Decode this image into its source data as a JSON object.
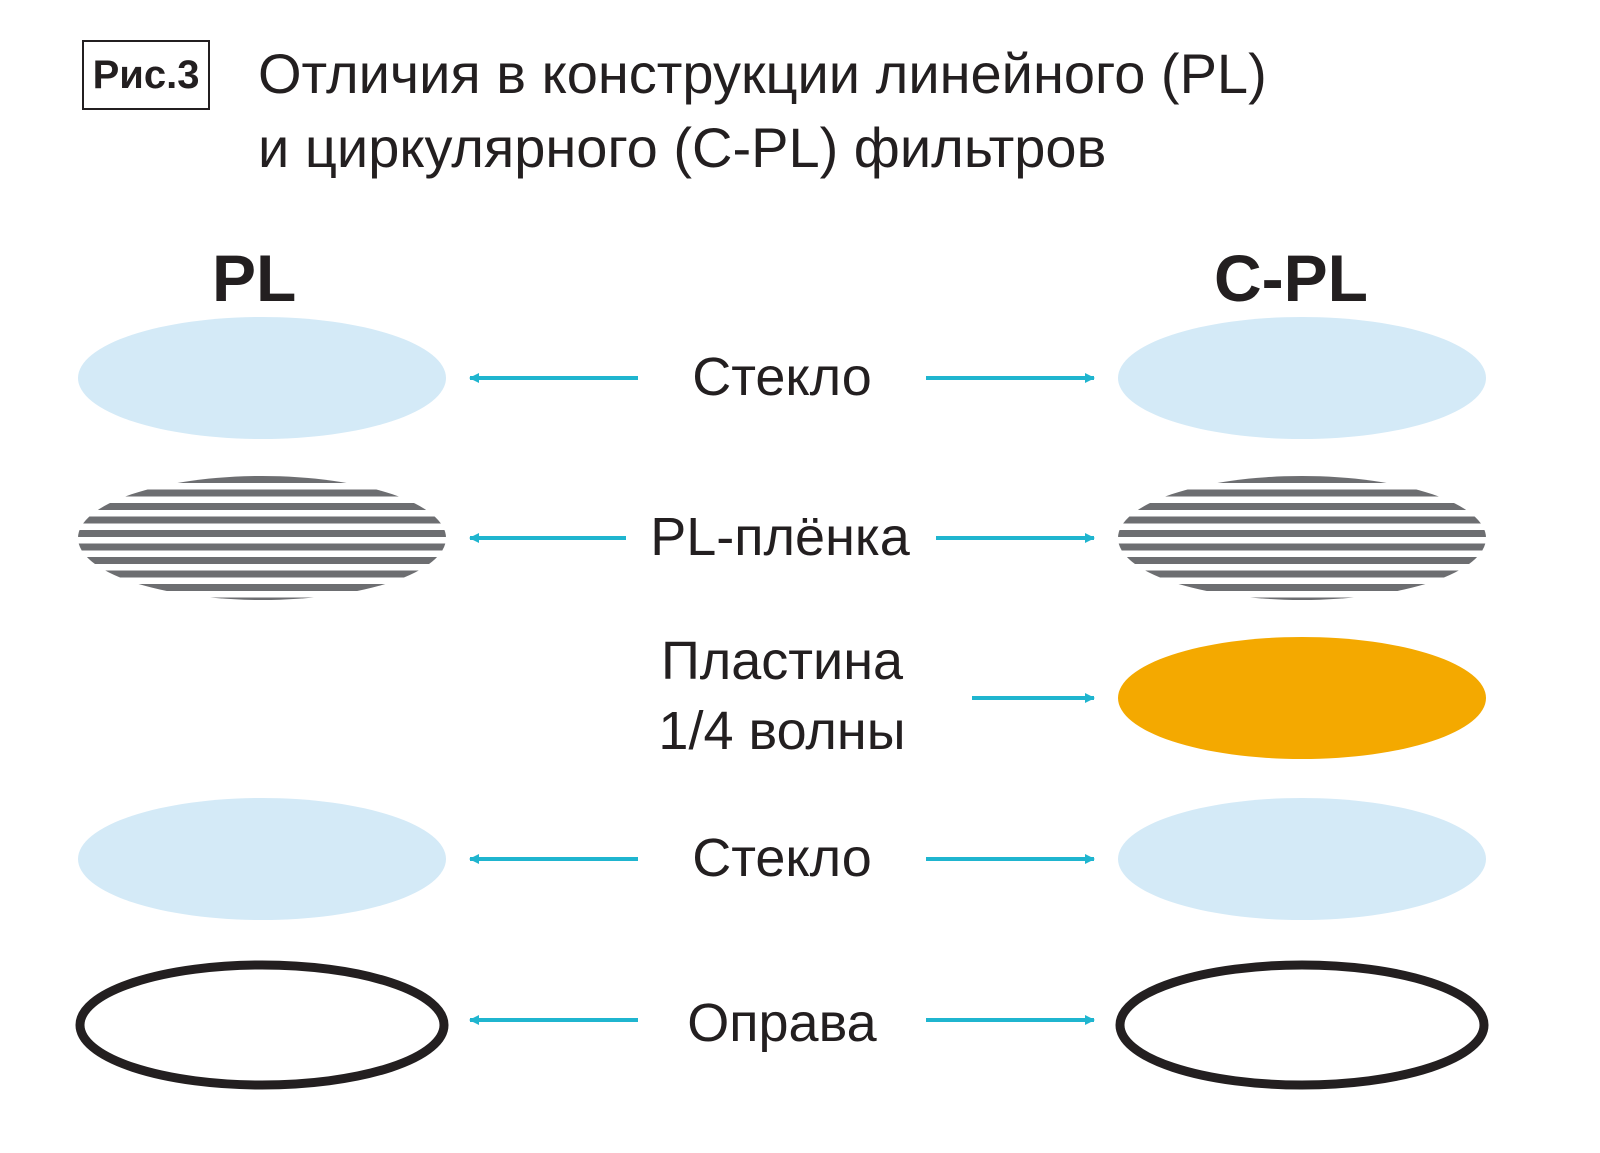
{
  "figure": {
    "label": "Рис.3",
    "title_line1": "Отличия в конструкции линейного (PL)",
    "title_line2": "и циркулярного (C-PL) фильтров"
  },
  "columns": {
    "left": "PL",
    "right": "C-PL"
  },
  "layers": [
    {
      "label": "Стекло",
      "left": true,
      "right": true,
      "style": "glass"
    },
    {
      "label": "PL-плёнка",
      "left": true,
      "right": true,
      "style": "striped"
    },
    {
      "label_line1": "Пластина",
      "label_line2": "1/4 волны",
      "left": false,
      "right": true,
      "style": "quarter-wave"
    },
    {
      "label": "Стекло",
      "left": true,
      "right": true,
      "style": "glass"
    },
    {
      "label": "Оправа",
      "left": true,
      "right": true,
      "style": "ring"
    }
  ],
  "colors": {
    "glass": "#d4eaf7",
    "stripe": "#6d6e71",
    "quarter_wave": "#f4a900",
    "ring": "#231f20",
    "arrow": "#1fb5cf"
  }
}
